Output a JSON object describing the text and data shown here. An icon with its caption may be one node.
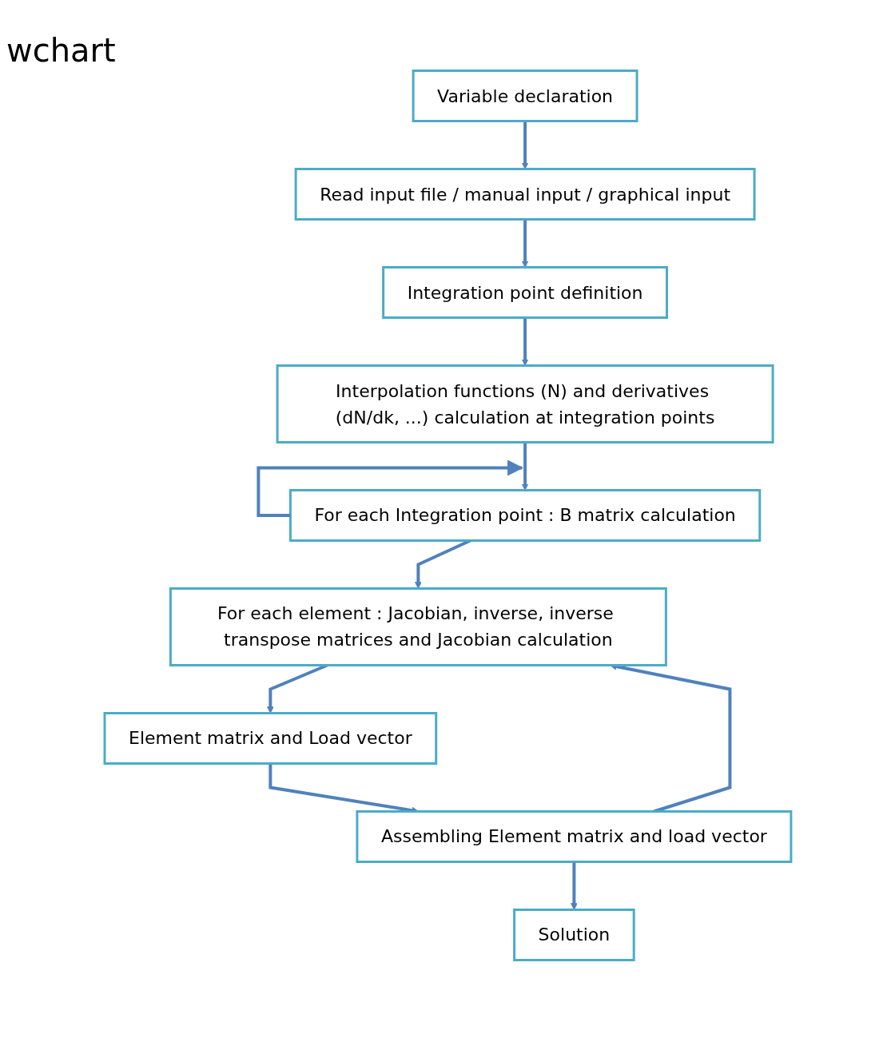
{
  "diagram": {
    "nodes": [
      {
        "text": [
          "Variable declaration"
        ]
      },
      {
        "text": [
          "Read input file / manual input / graphical input"
        ]
      },
      {
        "text": [
          "Integration point definition"
        ]
      },
      {
        "text": [
          "Interpolation functions (N) and derivatives (dN/dk, ...) calculation at integration points"
        ]
      },
      {
        "text": [
          "For each Integration point : B matrix calculation"
        ]
      },
      {
        "text": [
          "For each element : Jacobian, inverse, inverse transpose matrices and Jacobian calculation"
        ]
      },
      {
        "text": [
          "Element matrix and Load vector"
        ]
      },
      {
        "text": [
          "Assembling Element matrix and load vector"
        ]
      },
      {
        "text": [
          "Solution"
        ]
      }
    ],
    "edges": [
      {
        "from": 0,
        "to": 1,
        "arrow": "to"
      },
      {
        "from": 1,
        "to": 2,
        "arrow": "to"
      },
      {
        "from": 2,
        "to": 3,
        "arrow": "to"
      },
      {
        "from": 3,
        "to": 4,
        "arrow": "to"
      },
      {
        "from": 4,
        "to": 4,
        "arrow": "to"
      },
      {
        "from": 4,
        "to": 5,
        "arrow": "to"
      },
      {
        "from": 5,
        "to": 6,
        "arrow": "to"
      },
      {
        "from": 6,
        "to": 7,
        "arrow": "to"
      },
      {
        "from": 7,
        "to": 5,
        "arrow": "to"
      },
      {
        "from": 7,
        "to": 8,
        "arrow": "to"
      }
    ],
    "labels": [
      "wchart"
    ]
  }
}
